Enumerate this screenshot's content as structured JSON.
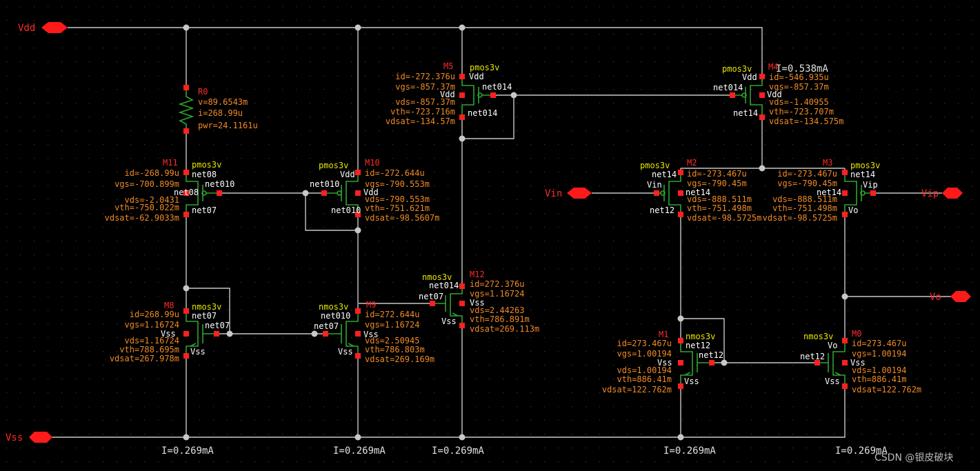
{
  "ports": {
    "vdd": "Vdd",
    "vss": "Vss",
    "vin": "Vin",
    "vip": "Vip",
    "vo": "Vo"
  },
  "currents": {
    "c1": "I=0.269mA",
    "c2": "I=0.269mA",
    "c3": "I=0.269mA",
    "c4": "I=0.269mA",
    "c5": "I=0.269mA",
    "top": "I=0.538mA"
  },
  "watermark": "CSDN @银皮破块",
  "r0": {
    "name": "R0",
    "p1": "v=89.6543m",
    "p2": "i=268.99u",
    "p3": "pwr=24.1161u"
  },
  "m11": {
    "name": "M11",
    "cell": "pmos3v",
    "params": [
      "id=-268.99u",
      "vgs=-700.899m",
      "vds=-2.0431",
      "vth=-750.022m",
      "vdsat=-62.9033m"
    ],
    "pins": [
      "net08",
      "net08",
      "net010",
      "net07"
    ]
  },
  "m10": {
    "name": "M10",
    "cell": "pmos3v",
    "params": [
      "id=-272.644u",
      "vgs=-790.553m",
      "vds=-790.553m",
      "vth=-751.621m",
      "vdsat=-98.5607m"
    ],
    "pins": [
      "Vdd",
      "net010",
      "Vdd",
      "net010"
    ]
  },
  "m5": {
    "name": "M5",
    "cell": "pmos3v",
    "params": [
      "id=-272.376u",
      "vgs=-857.37m",
      "vds=-857.37m",
      "vth=-723.716m",
      "vdsat=-134.57m"
    ],
    "pins": [
      "Vdd",
      "Vdd",
      "net014",
      "net014"
    ]
  },
  "m4": {
    "name": "M4",
    "cell": "pmos3v",
    "params": [
      "id=-546.935u",
      "vgs=-857.37m",
      "vds=-1.40955",
      "vth=-723.707m",
      "vdsat=-134.575m"
    ],
    "pins": [
      "Vdd",
      "net014",
      "Vdd",
      "net14"
    ]
  },
  "m2": {
    "name": "M2",
    "cell": "pmos3v",
    "params": [
      "id=-273.467u",
      "vgs=-790.45m",
      "vds=-888.511m",
      "vth=-751.498m",
      "vdsat=-98.5725m"
    ],
    "pins": [
      "net14",
      "Vin",
      "net14",
      "net12"
    ]
  },
  "m3": {
    "name": "M3",
    "cell": "pmos3v",
    "params": [
      "id=-273.467u",
      "vgs=-790.45m",
      "vds=-888.511m",
      "vth=-751.498m",
      "vdsat=-98.5725m"
    ],
    "pins": [
      "net14",
      "Vip",
      "net14",
      "Vo"
    ]
  },
  "m8": {
    "name": "M8",
    "cell": "nmos3v",
    "params": [
      "id=268.99u",
      "vgs=1.16724",
      "vds=1.16724",
      "vth=788.695m",
      "vdsat=267.978m"
    ],
    "pins": [
      "net07",
      "net07",
      "Vss",
      "Vss"
    ]
  },
  "m9": {
    "name": "M9",
    "cell": "nmos3v",
    "params": [
      "id=272.644u",
      "vgs=1.16724",
      "vds=2.50945",
      "vth=786.803m",
      "vdsat=269.169m"
    ],
    "pins": [
      "net010",
      "net07",
      "Vss",
      "Vss"
    ]
  },
  "m12": {
    "name": "M12",
    "cell": "nmos3v",
    "params": [
      "id=272.376u",
      "vgs=1.16724",
      "vds=2.44263",
      "vth=786.891m",
      "vdsat=269.113m"
    ],
    "pins": [
      "net014",
      "net07",
      "Vss",
      "Vss"
    ]
  },
  "m1": {
    "name": "M1",
    "cell": "nmos3v",
    "params": [
      "id=273.467u",
      "vgs=1.00194",
      "vds=1.00194",
      "vth=886.41m",
      "vdsat=122.762m"
    ],
    "pins": [
      "net12",
      "Vss",
      "net12",
      "Vss"
    ]
  },
  "m0": {
    "name": "M0",
    "cell": "nmos3v",
    "params": [
      "id=273.467u",
      "vgs=1.00194",
      "vds=1.00194",
      "vth=886.41m",
      "vdsat=122.762m"
    ],
    "pins": [
      "Vo",
      "net12",
      "Vss",
      "Vss"
    ]
  }
}
